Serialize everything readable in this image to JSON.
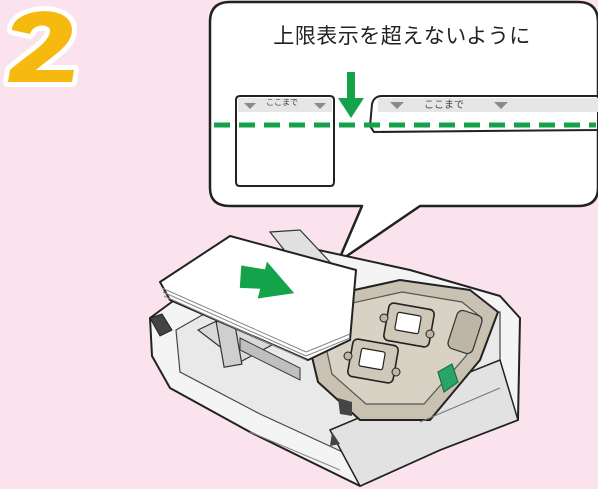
{
  "step": {
    "number": "2"
  },
  "callout": {
    "title": "上限表示を超えないように",
    "left_limit_label": "ここまで",
    "right_limit_label": "ここまで"
  },
  "colors": {
    "background": "#fbe3ee",
    "step_yellow": "#f6b90f",
    "limit_green": "#14a24a",
    "tray_gray": "#c9c2b2",
    "outline": "#222222"
  },
  "icons": {
    "limit_arrow": "down-arrow-icon",
    "insert_arrow": "right-arrow-icon"
  }
}
